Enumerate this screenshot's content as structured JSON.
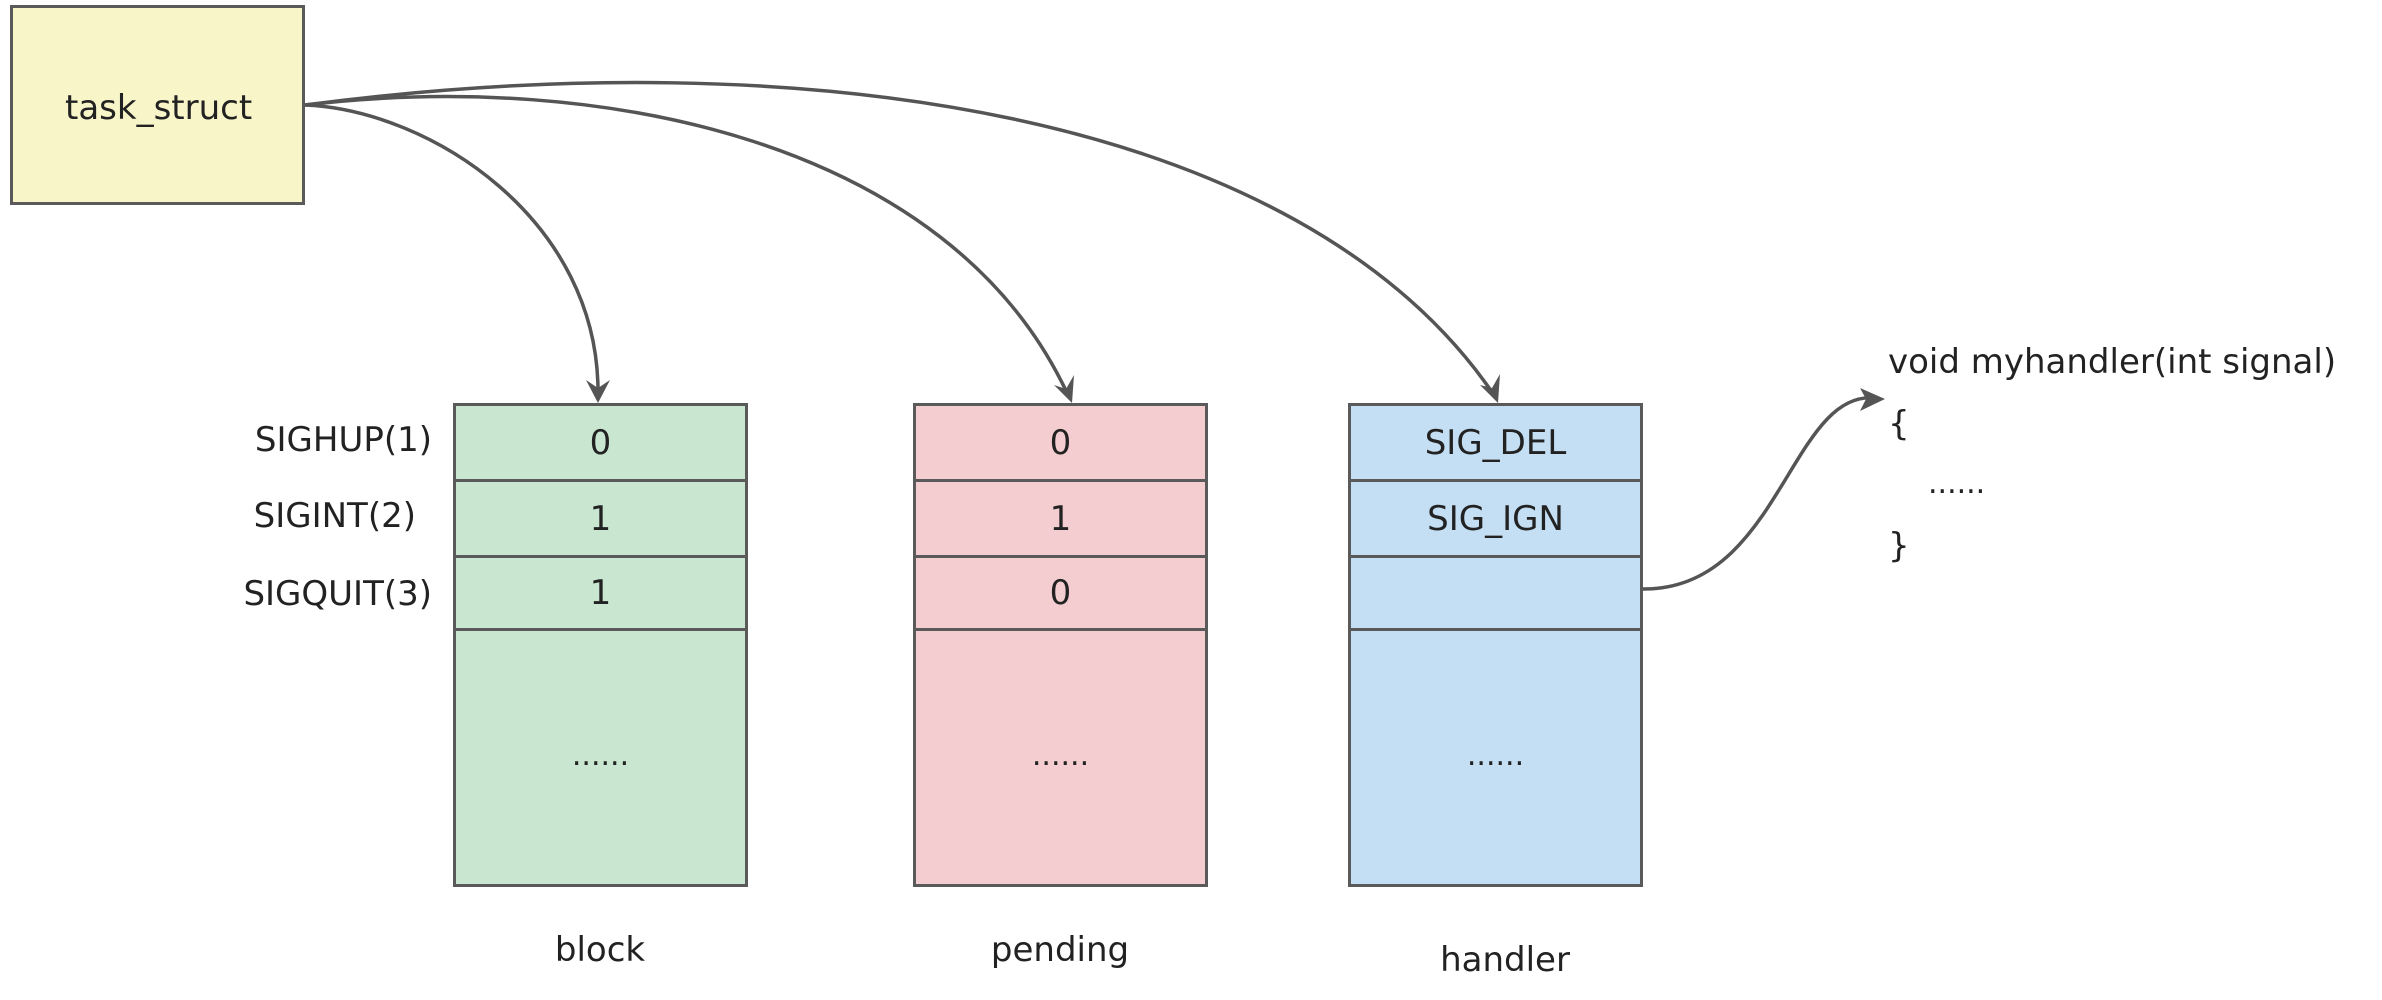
{
  "task_box": {
    "label": "task_struct"
  },
  "row_labels": [
    "SIGHUP(1)",
    "SIGINT(2)",
    "SIGQUIT(3)"
  ],
  "arrays": {
    "block": {
      "caption": "block",
      "cells": [
        "0",
        "1",
        "1"
      ],
      "more": "......",
      "fill": "#c8e6d0"
    },
    "pending": {
      "caption": "pending",
      "cells": [
        "0",
        "1",
        "0"
      ],
      "more": "......",
      "fill": "#f3cdd0"
    },
    "handler": {
      "caption": "handler",
      "cells": [
        "SIG_DEL",
        "SIG_IGN",
        ""
      ],
      "more": "......",
      "fill": "#c4dff3"
    }
  },
  "handler_code": {
    "signature": "void myhandler(int signal)",
    "open_brace": "{",
    "body": "......",
    "close_brace": "}"
  },
  "colors": {
    "task_fill": "#f8f5c9",
    "stroke": "#5a5a5a"
  }
}
